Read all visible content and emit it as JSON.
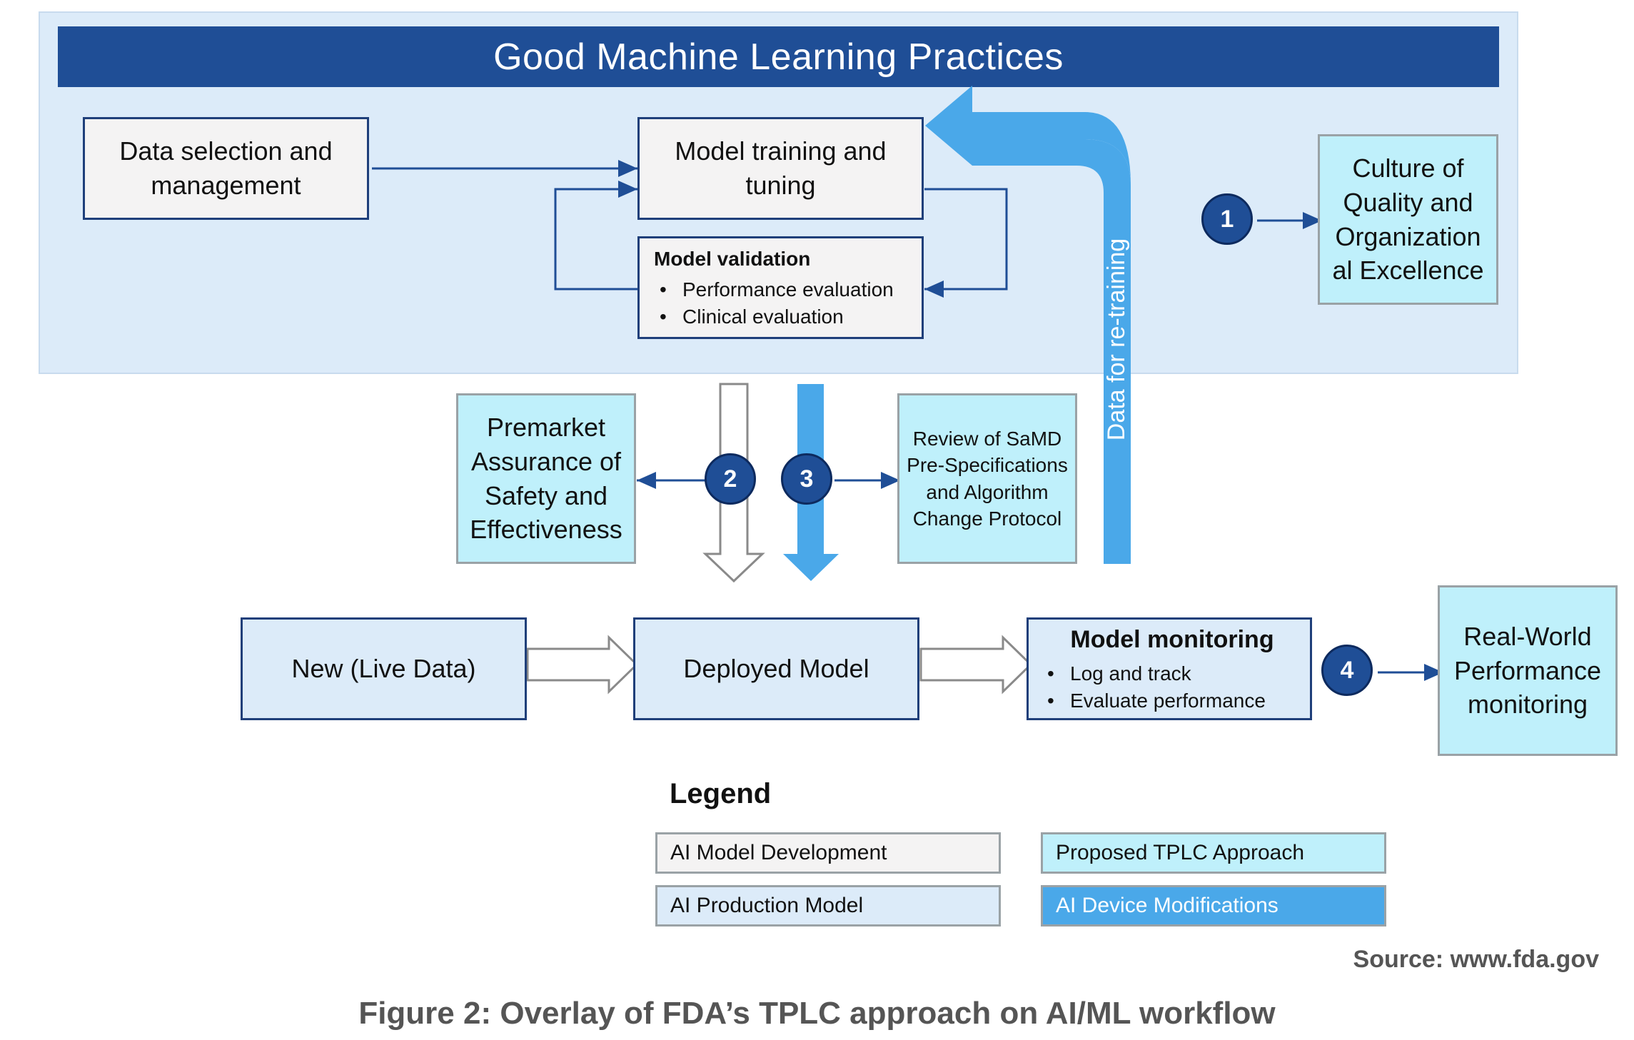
{
  "header": {
    "title": "Good Machine Learning Practices"
  },
  "boxes": {
    "data_selection": "Data selection and management",
    "model_training": "Model training and tuning",
    "model_validation": {
      "title": "Model validation",
      "items": [
        "Performance evaluation",
        "Clinical evaluation"
      ]
    },
    "culture": "Culture of Quality and Organization al Excellence",
    "premarket": "Premarket Assurance of Safety and Effectiveness",
    "review": "Review of SaMD Pre-Specifications and Algorithm Change Protocol",
    "new_live_data": "New (Live Data)",
    "deployed_model": "Deployed Model",
    "model_monitoring": {
      "title": "Model monitoring",
      "items": [
        "Log and track",
        "Evaluate performance"
      ]
    },
    "real_world": "Real-World Performance monitoring"
  },
  "arrow_labels": {
    "retraining": "Data for re-training"
  },
  "steps": [
    "1",
    "2",
    "3",
    "4"
  ],
  "legend": {
    "title": "Legend",
    "items": [
      {
        "label": "AI Model Development",
        "color": "#f4f3f3"
      },
      {
        "label": "Proposed TPLC Approach",
        "color": "#bff0fb"
      },
      {
        "label": "AI Production Model",
        "color": "#dcebf9"
      },
      {
        "label": "AI Device Modifications",
        "color": "#4aa8e9"
      }
    ]
  },
  "source": "Source: www.fda.gov",
  "caption": "Figure 2: Overlay of FDA’s TPLC approach on AI/ML workflow",
  "colors": {
    "header_bg": "#1f4e96",
    "region_bg": "#dcebf9",
    "modification_arrow": "#4aa8e9",
    "step_circle": "#1f4e96",
    "connector": "#1f4e96"
  }
}
